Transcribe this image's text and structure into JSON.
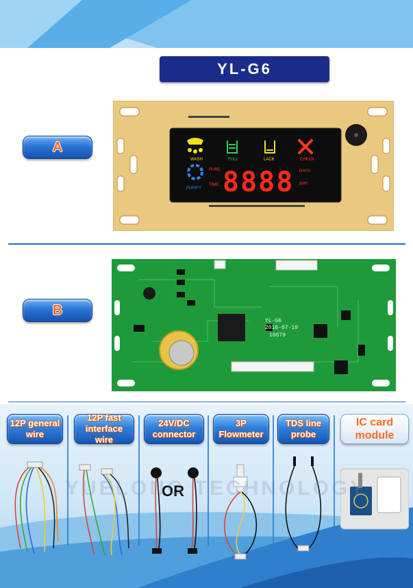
{
  "model": "YL-G6",
  "section_a_tag": "A",
  "section_b_tag": "B",
  "display_panel": {
    "labels": {
      "wash": "WASH",
      "full": "FULL",
      "lack": "LACK",
      "check": "CHECK",
      "purify": "PURIFY",
      "pure": "PURE",
      "time": "TIME",
      "days": "DAYS",
      "ppm": "ppm",
      "digits": "8888"
    }
  },
  "pcb_b": {
    "print_model": "YL-G6",
    "print_date": "2016-07-19",
    "print_code": "10679"
  },
  "accessories": [
    {
      "line1": "12P general",
      "line2": "wire"
    },
    {
      "line1": "12P fast interface",
      "line2": "wire"
    },
    {
      "line1": "24V/DC",
      "line2": "connector"
    },
    {
      "line1": "3P",
      "line2": "Flowmeter"
    },
    {
      "line1": "TDS line",
      "line2": "probe"
    },
    {
      "line1": "IC card",
      "line2": "module"
    }
  ],
  "or_text": "OR",
  "watermark": "YUELONG TECHNOLOGY",
  "colors": {
    "badge": "#1c2c8a",
    "tag_text": "#ff6a1a",
    "display_red": "#ff2a1a",
    "pcb_green": "#1f9a3a",
    "pcb_yellow": "#e8c77a"
  }
}
